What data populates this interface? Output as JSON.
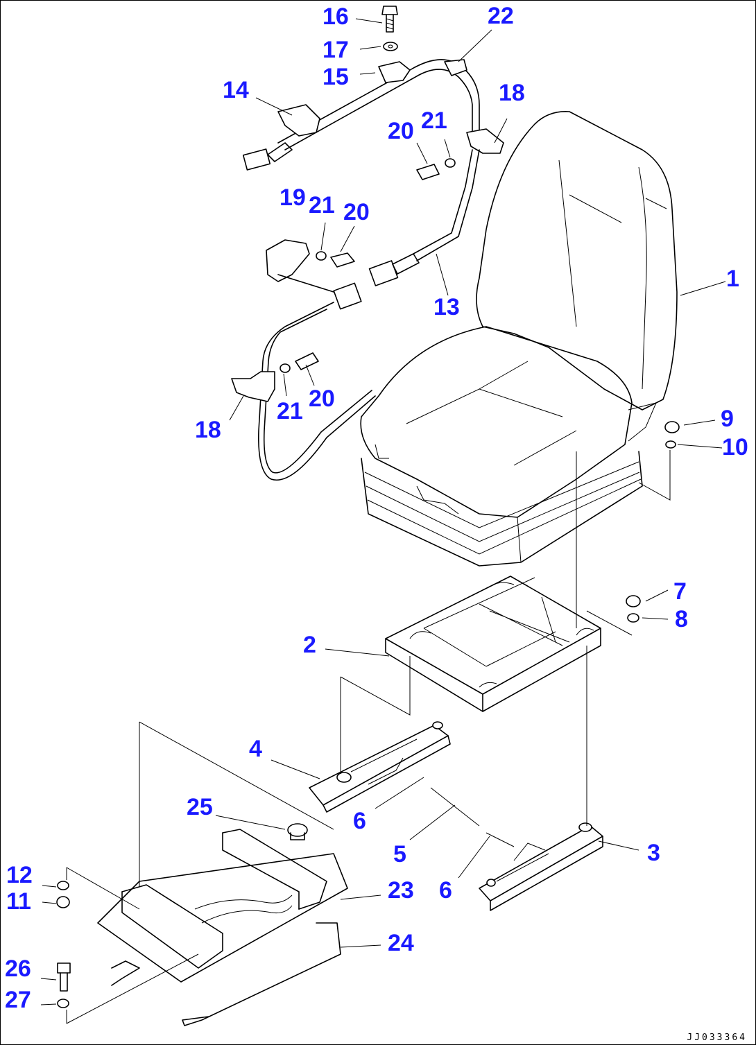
{
  "colors": {
    "callout": "#1a1aff",
    "line": "#000000",
    "background": "#ffffff"
  },
  "drawing_code": "JJ033364",
  "callouts": [
    {
      "id": "c16",
      "text": "16"
    },
    {
      "id": "c22",
      "text": "22"
    },
    {
      "id": "c17",
      "text": "17"
    },
    {
      "id": "c15",
      "text": "15"
    },
    {
      "id": "c14",
      "text": "14"
    },
    {
      "id": "c18a",
      "text": "18"
    },
    {
      "id": "c20a",
      "text": "20"
    },
    {
      "id": "c21a",
      "text": "21"
    },
    {
      "id": "c19",
      "text": "19"
    },
    {
      "id": "c21b",
      "text": "21"
    },
    {
      "id": "c20b",
      "text": "20"
    },
    {
      "id": "c1",
      "text": "1"
    },
    {
      "id": "c13",
      "text": "13"
    },
    {
      "id": "c20c",
      "text": "20"
    },
    {
      "id": "c21c",
      "text": "21"
    },
    {
      "id": "c18b",
      "text": "18"
    },
    {
      "id": "c9",
      "text": "9"
    },
    {
      "id": "c10",
      "text": "10"
    },
    {
      "id": "c7",
      "text": "7"
    },
    {
      "id": "c8",
      "text": "8"
    },
    {
      "id": "c2",
      "text": "2"
    },
    {
      "id": "c4",
      "text": "4"
    },
    {
      "id": "c6a",
      "text": "6"
    },
    {
      "id": "c25",
      "text": "25"
    },
    {
      "id": "c5",
      "text": "5"
    },
    {
      "id": "c3",
      "text": "3"
    },
    {
      "id": "c6b",
      "text": "6"
    },
    {
      "id": "c12",
      "text": "12"
    },
    {
      "id": "c23",
      "text": "23"
    },
    {
      "id": "c11",
      "text": "11"
    },
    {
      "id": "c24",
      "text": "24"
    },
    {
      "id": "c26",
      "text": "26"
    },
    {
      "id": "c27",
      "text": "27"
    }
  ]
}
